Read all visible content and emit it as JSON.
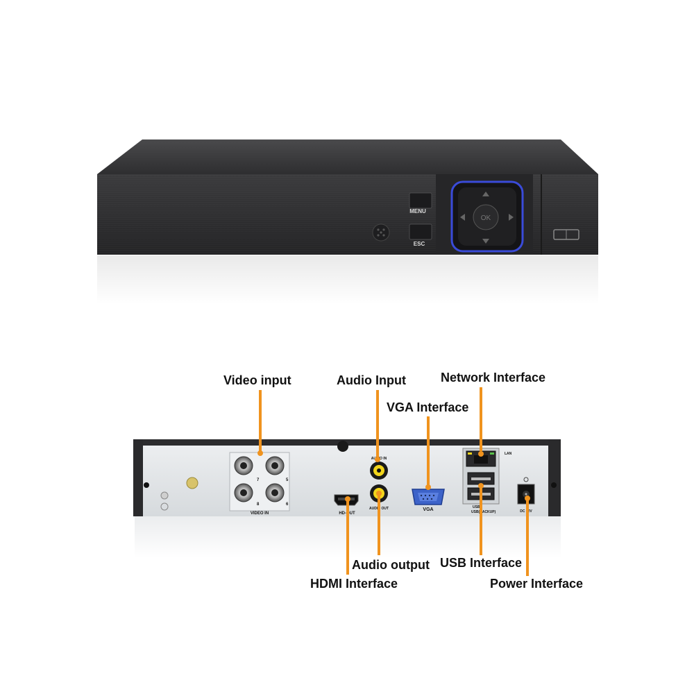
{
  "front_panel": {
    "buttons": {
      "menu": "MENU",
      "esc": "ESC",
      "ok": "OK"
    }
  },
  "rear_panel": {
    "port_marks": {
      "video_in": "VIDEO IN",
      "channel_numbers": [
        "7",
        "5",
        "8",
        "6"
      ],
      "audio_in": "AUDIO IN",
      "audio_out": "AUDIO OUT",
      "hd_out": "HD-OUT",
      "vga": "VGA",
      "lan": "LAN",
      "usb": "USB",
      "usb_backup": "USB(BACKUP)",
      "dc": "DC 12V"
    }
  },
  "callouts": {
    "video_input": "Video input",
    "audio_input": "Audio Input",
    "network_interface": "Network Interface",
    "vga_interface": "VGA Interface",
    "audio_output": "Audio output",
    "usb_interface": "USB Interface",
    "hdmi_interface": "HDMI Interface",
    "power_interface": "Power Interface"
  },
  "colors": {
    "chassis": "#2b2b2d",
    "panel": "#e3e6e9",
    "leader": "#f0931e",
    "accent_blue": "#3a4bd9",
    "rca_yellow": "#f2d51b"
  }
}
